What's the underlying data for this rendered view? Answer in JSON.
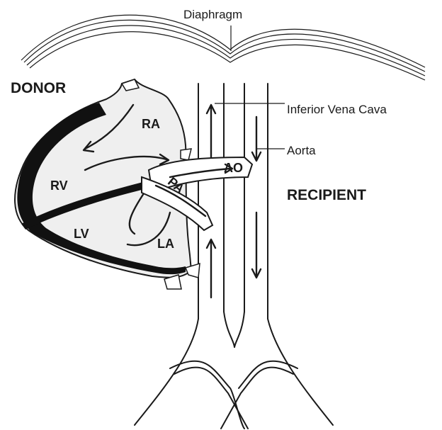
{
  "labels": {
    "diaphragm": "Diaphragm",
    "donor": "DONOR",
    "recipient": "RECIPIENT",
    "inferior_vena_cava": "Inferior Vena Cava",
    "aorta": "Aorta",
    "ra": "RA",
    "rv": "RV",
    "lv": "LV",
    "la": "LA",
    "ao": "AO",
    "pa": "PA"
  },
  "colors": {
    "ink": "#1a1a1a",
    "heart_fill": "#efefef",
    "background": "#ffffff"
  }
}
